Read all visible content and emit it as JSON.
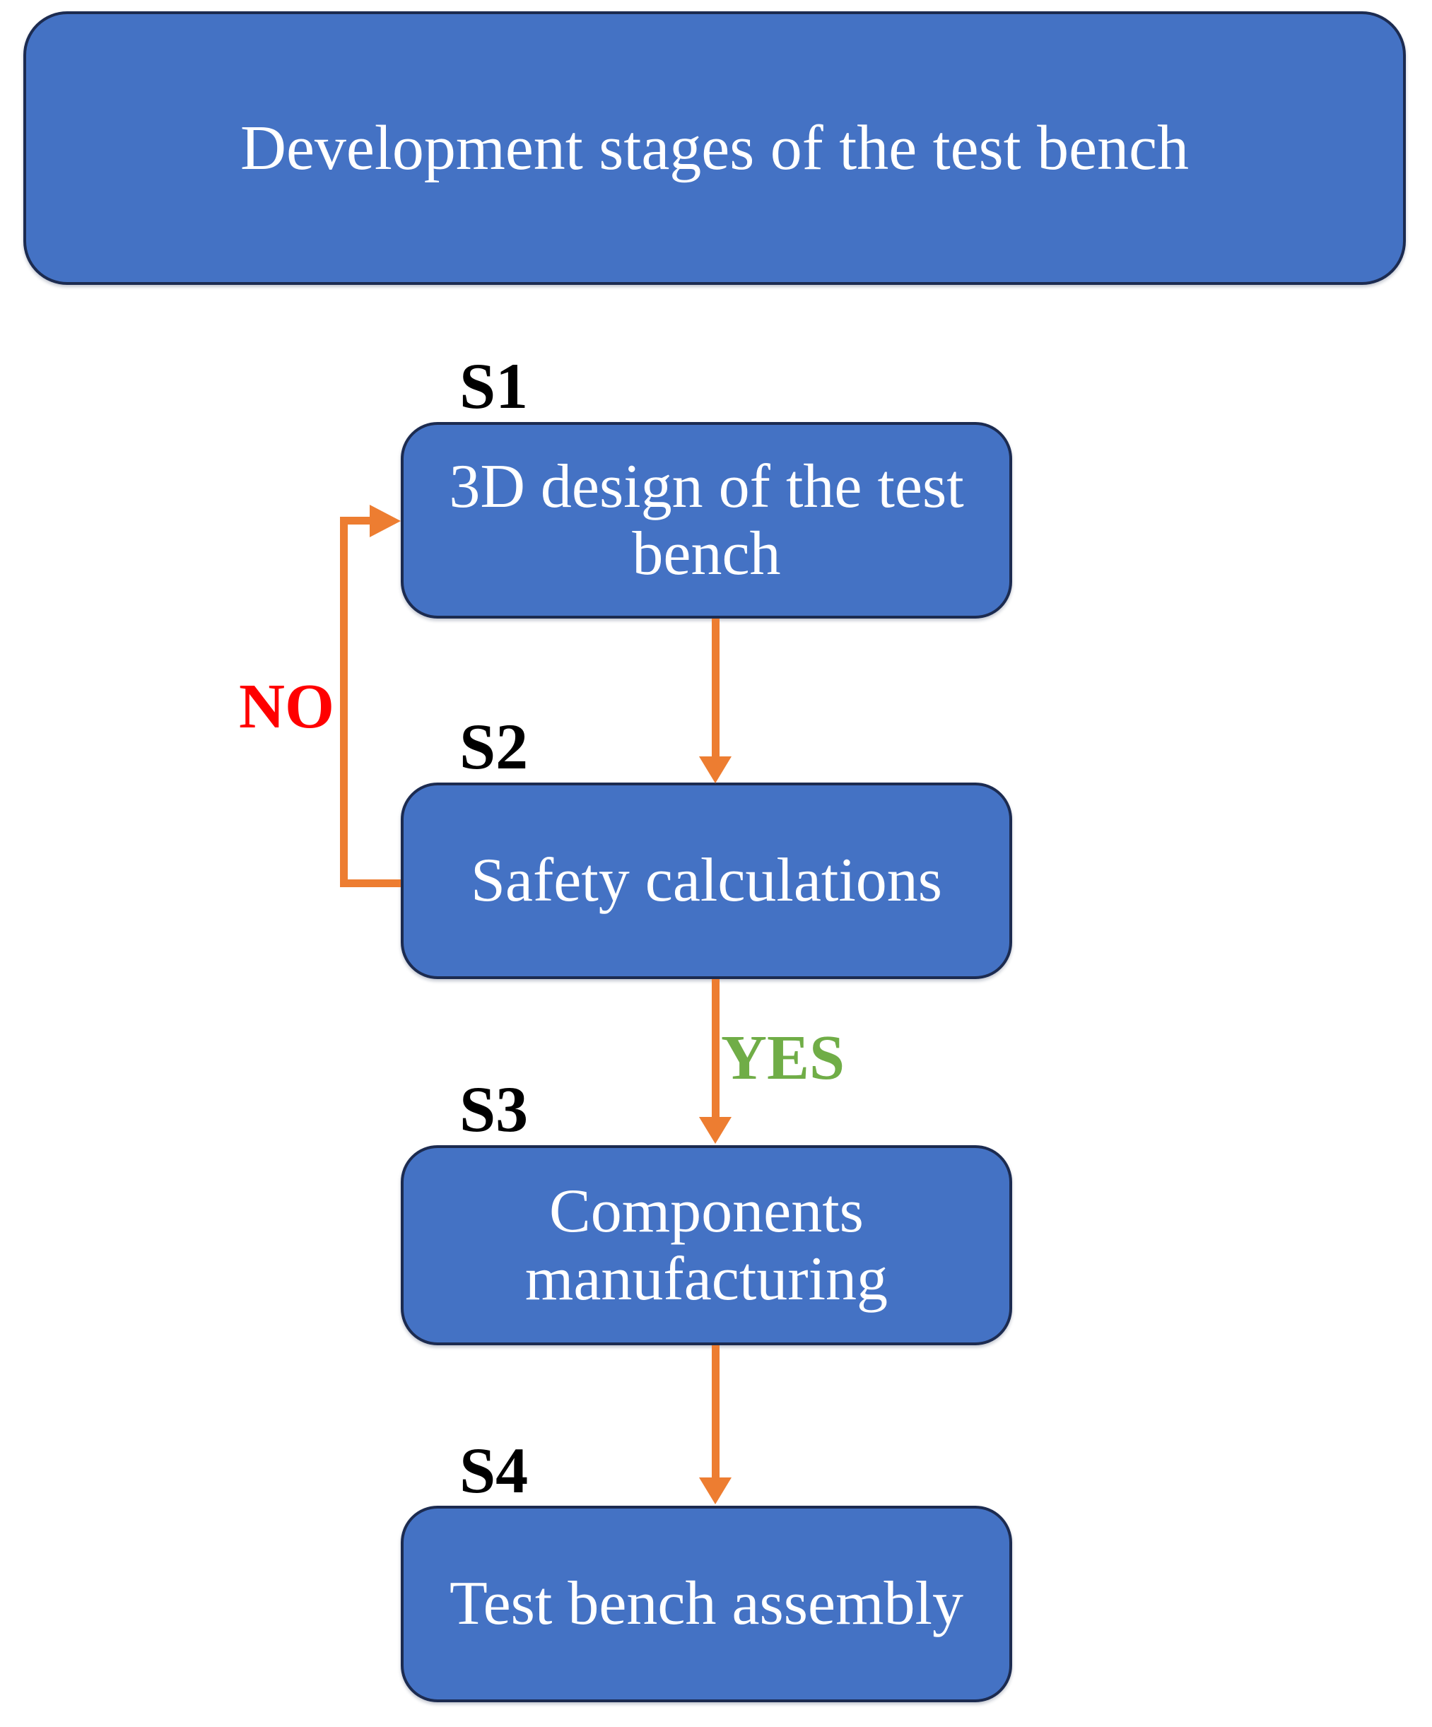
{
  "diagram": {
    "title": "Development stages of the test bench",
    "stages": [
      {
        "id": "S1",
        "lines": [
          "3D design of the test",
          "bench"
        ]
      },
      {
        "id": "S2",
        "lines": [
          "Safety calculations"
        ]
      },
      {
        "id": "S3",
        "lines": [
          "Components",
          "manufacturing"
        ]
      },
      {
        "id": "S4",
        "lines": [
          "Test bench assembly"
        ]
      }
    ],
    "branch_labels": {
      "no": "NO",
      "yes": "YES"
    },
    "colors": {
      "background": "#FFFFFF",
      "box_fill": "#4472C4",
      "box_border": "#1C2B50",
      "box_text": "#FFFFFF",
      "stage_label": "#000000",
      "arrow": "#ED7D31",
      "no_label": "#FF0000",
      "yes_label": "#70AD47"
    }
  }
}
